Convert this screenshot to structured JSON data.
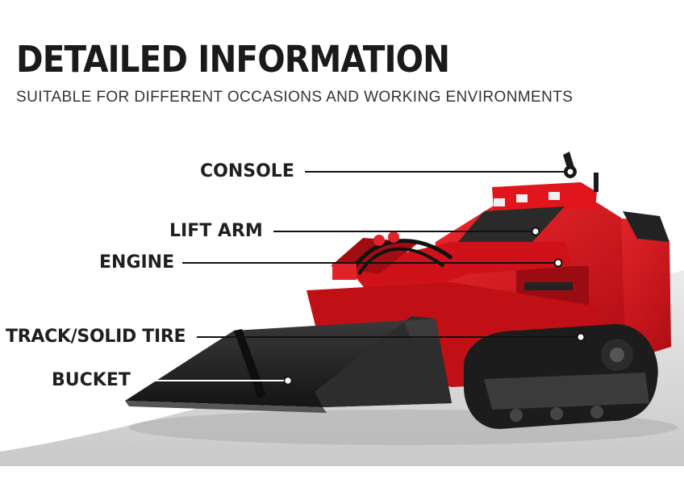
{
  "header": {
    "title": "DETAILED INFORMATION",
    "subtitle": "SUITABLE FOR DIFFERENT OCCASIONS AND WORKING ENVIRONMENTS"
  },
  "callouts": [
    {
      "label": "CONSOLE"
    },
    {
      "label": "LIFT ARM"
    },
    {
      "label": "ENGINE"
    },
    {
      "label": "TRACK/SOLID TIRE"
    },
    {
      "label": "BUCKET"
    }
  ],
  "colors": {
    "body_red": "#d4121a",
    "dark_red": "#8e0a0f",
    "track_black": "#1c1c1c",
    "floor_gray": "#d9d9d9",
    "text": "#1f1f1f"
  }
}
